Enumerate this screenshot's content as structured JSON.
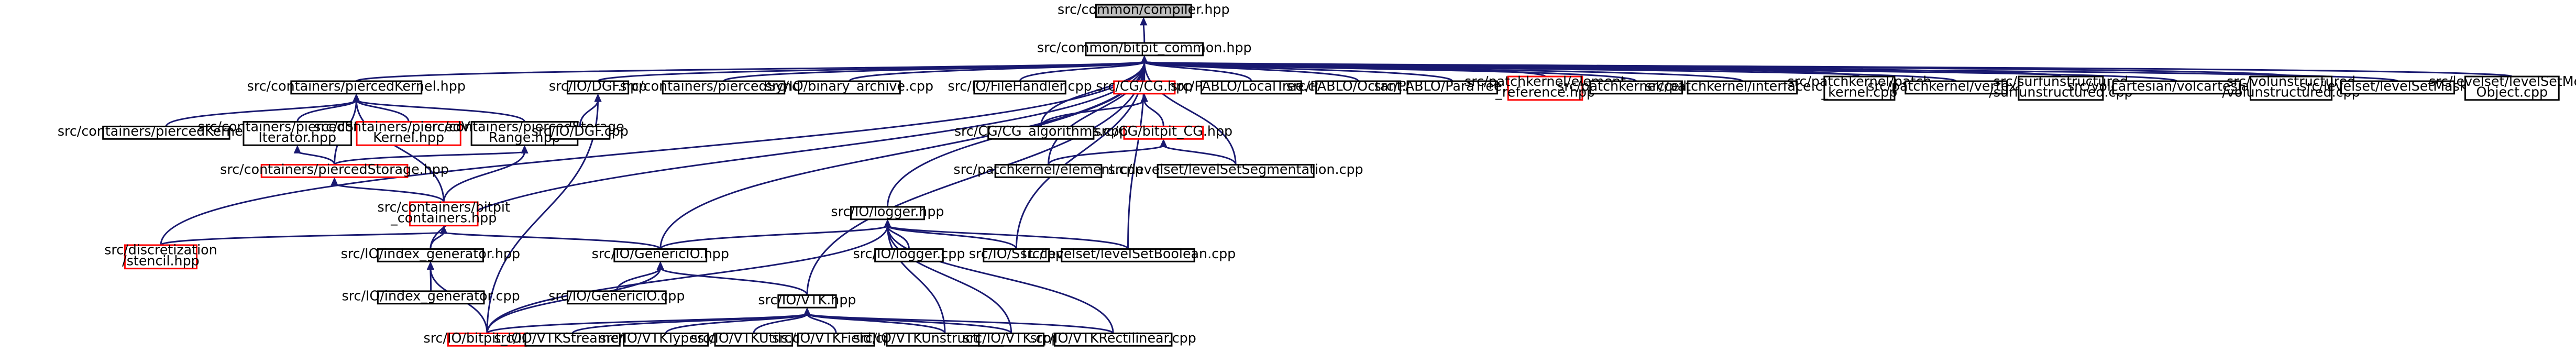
{
  "graph": {
    "nodes": [
      {
        "id": "n_compiler",
        "lines": [
          "src/common/compiler.hpp"
        ],
        "style": "root"
      },
      {
        "id": "n_common",
        "lines": [
          "src/common/bitpit_common.hpp"
        ],
        "style": "normal"
      },
      {
        "id": "n_pk",
        "lines": [
          "src/containers/piercedKernel.hpp"
        ],
        "style": "normal"
      },
      {
        "id": "n_iodgf",
        "lines": [
          "src/IO/DGF.hpp"
        ],
        "style": "normal"
      },
      {
        "id": "n_pdsync",
        "lines": [
          "src/containers/piercedSync.cpp"
        ],
        "style": "normal"
      },
      {
        "id": "n_binarch",
        "lines": [
          "src/IO/binary_archive.cpp"
        ],
        "style": "normal"
      },
      {
        "id": "n_filehandler",
        "lines": [
          "src/IO/FileHandler.cpp"
        ],
        "style": "normal"
      },
      {
        "id": "n_cghpp",
        "lines": [
          "src/CG/CG.hpp"
        ],
        "style": "red"
      },
      {
        "id": "n_pablolt",
        "lines": [
          "src/PABLO/LocalTree.cpp"
        ],
        "style": "normal"
      },
      {
        "id": "n_pablooct",
        "lines": [
          "src/PABLO/Octant.cpp"
        ],
        "style": "normal"
      },
      {
        "id": "n_pabloparatree",
        "lines": [
          "src/PABLO/ParaTree.cpp"
        ],
        "style": "normal"
      },
      {
        "id": "n_elemref",
        "lines": [
          "src/patchkernel/element",
          "_reference.hpp"
        ],
        "style": "red"
      },
      {
        "id": "n_cellcpp",
        "lines": [
          "src/patchkernel/cell.cpp"
        ],
        "style": "normal"
      },
      {
        "id": "n_interface",
        "lines": [
          "src/patchkernel/interface.cpp"
        ],
        "style": "normal"
      },
      {
        "id": "n_patchkernel",
        "lines": [
          "src/patchkernel/patch",
          "_kernel.cpp"
        ],
        "style": "normal"
      },
      {
        "id": "n_vertex",
        "lines": [
          "src/patchkernel/vertex.cpp"
        ],
        "style": "normal"
      },
      {
        "id": "n_surfunstr",
        "lines": [
          "src/surfunstructured",
          "/surfunstructured.cpp"
        ],
        "style": "normal"
      },
      {
        "id": "n_volcart",
        "lines": [
          "src/volcartesian/volcartesian.cpp"
        ],
        "style": "normal"
      },
      {
        "id": "n_volunstr",
        "lines": [
          "src/volunstructured",
          "/volunstructured.cpp"
        ],
        "style": "normal"
      },
      {
        "id": "n_lsmask",
        "lines": [
          "src/levelset/levelSetMask.cpp"
        ],
        "style": "normal"
      },
      {
        "id": "n_lsmeta",
        "lines": [
          "src/levelset/levelSetMeta",
          "Object.cpp"
        ],
        "style": "normal"
      },
      {
        "id": "n_pkcpp",
        "lines": [
          "src/containers/piercedKernel.cpp"
        ],
        "style": "normal"
      },
      {
        "id": "n_pditer",
        "lines": [
          "src/containers/piercedStorage",
          "Iterator.hpp"
        ],
        "style": "normal"
      },
      {
        "id": "n_pvk",
        "lines": [
          "src/containers/piercedVector",
          "Kernel.hpp"
        ],
        "style": "red"
      },
      {
        "id": "n_psrange",
        "lines": [
          "src/containers/piercedStorage",
          "Range.hpp"
        ],
        "style": "normal"
      },
      {
        "id": "n_iodgfcpp",
        "lines": [
          "src/IO/DGF.cpp"
        ],
        "style": "normal"
      },
      {
        "id": "n_cgbitpit",
        "lines": [
          "src/CG/bitpit_CG.hpp"
        ],
        "style": "red"
      },
      {
        "id": "n_cgalgo",
        "lines": [
          "src/CG/CG_algorithms.cpp"
        ],
        "style": "normal"
      },
      {
        "id": "n_pstorage",
        "lines": [
          "src/containers/piercedStorage.hpp"
        ],
        "style": "red"
      },
      {
        "id": "n_element",
        "lines": [
          "src/patchkernel/element.cpp"
        ],
        "style": "normal"
      },
      {
        "id": "n_lsseg",
        "lines": [
          "src/levelset/levelSetSegmentation.cpp"
        ],
        "style": "normal"
      },
      {
        "id": "n_bcont",
        "lines": [
          "src/containers/bitpit",
          "_containers.hpp"
        ],
        "style": "red"
      },
      {
        "id": "n_logger",
        "lines": [
          "src/IO/logger.hpp"
        ],
        "style": "normal"
      },
      {
        "id": "n_stencil",
        "lines": [
          "src/discretization",
          "/stencil.hpp"
        ],
        "style": "red"
      },
      {
        "id": "n_idxgen",
        "lines": [
          "src/IO/index_generator.hpp"
        ],
        "style": "normal"
      },
      {
        "id": "n_genio",
        "lines": [
          "src/IO/GenericIO.hpp"
        ],
        "style": "normal"
      },
      {
        "id": "n_loggercpp",
        "lines": [
          "src/IO/logger.cpp"
        ],
        "style": "normal"
      },
      {
        "id": "n_stl",
        "lines": [
          "src/IO/STL.cpp"
        ],
        "style": "normal"
      },
      {
        "id": "n_lsbool",
        "lines": [
          "src/levelset/levelSetBoolean.cpp"
        ],
        "style": "normal"
      },
      {
        "id": "n_idxgencpp",
        "lines": [
          "src/IO/index_generator.cpp"
        ],
        "style": "normal"
      },
      {
        "id": "n_geniocpp",
        "lines": [
          "src/IO/GenericIO.cpp"
        ],
        "style": "normal"
      },
      {
        "id": "n_vtkhpp",
        "lines": [
          "src/IO/VTK.hpp"
        ],
        "style": "normal"
      },
      {
        "id": "n_bitpitio",
        "lines": [
          "src/IO/bitpit_IO.hpp"
        ],
        "style": "red"
      },
      {
        "id": "n_vtkstream",
        "lines": [
          "src/IO/VTKStreamer.cpp"
        ],
        "style": "normal"
      },
      {
        "id": "n_vtktypes",
        "lines": [
          "src/IO/VTKTypes.cpp"
        ],
        "style": "normal"
      },
      {
        "id": "n_vtkutils",
        "lines": [
          "src/IO/VTKUtils.cpp"
        ],
        "style": "normal"
      },
      {
        "id": "n_vtkfield",
        "lines": [
          "src/IO/VTKField.cpp"
        ],
        "style": "normal"
      },
      {
        "id": "n_vtkunstr",
        "lines": [
          "src/IO/VTKUnstructured.cpp"
        ],
        "style": "normal"
      },
      {
        "id": "n_vtkcpp",
        "lines": [
          "src/IO/VTK.cpp"
        ],
        "style": "normal"
      },
      {
        "id": "n_vtkrect",
        "lines": [
          "src/IO/VTKRectilinear.cpp"
        ],
        "style": "normal"
      }
    ],
    "edges": [
      [
        "n_common",
        "n_compiler"
      ],
      [
        "n_pk",
        "n_common"
      ],
      [
        "n_iodgf",
        "n_common"
      ],
      [
        "n_pdsync",
        "n_common"
      ],
      [
        "n_binarch",
        "n_common"
      ],
      [
        "n_filehandler",
        "n_common"
      ],
      [
        "n_cghpp",
        "n_common"
      ],
      [
        "n_pablolt",
        "n_common"
      ],
      [
        "n_pablooct",
        "n_common"
      ],
      [
        "n_pabloparatree",
        "n_common"
      ],
      [
        "n_elemref",
        "n_common"
      ],
      [
        "n_cellcpp",
        "n_common"
      ],
      [
        "n_interface",
        "n_common"
      ],
      [
        "n_patchkernel",
        "n_common"
      ],
      [
        "n_vertex",
        "n_common"
      ],
      [
        "n_surfunstr",
        "n_common"
      ],
      [
        "n_volcart",
        "n_common"
      ],
      [
        "n_volunstr",
        "n_common"
      ],
      [
        "n_lsmask",
        "n_common"
      ],
      [
        "n_lsmeta",
        "n_common"
      ],
      [
        "n_cgalgo",
        "n_common"
      ],
      [
        "n_element",
        "n_common"
      ],
      [
        "n_lsseg",
        "n_common"
      ],
      [
        "n_logger",
        "n_common"
      ],
      [
        "n_stencil",
        "n_common"
      ],
      [
        "n_idxgen",
        "n_common"
      ],
      [
        "n_genio",
        "n_common"
      ],
      [
        "n_stl",
        "n_common"
      ],
      [
        "n_lsbool",
        "n_common"
      ],
      [
        "n_vtkhpp",
        "n_common"
      ],
      [
        "n_pkcpp",
        "n_pk"
      ],
      [
        "n_pditer",
        "n_pk"
      ],
      [
        "n_pvk",
        "n_pk"
      ],
      [
        "n_psrange",
        "n_pk"
      ],
      [
        "n_pstorage",
        "n_pk"
      ],
      [
        "n_bcont",
        "n_pk"
      ],
      [
        "n_iodgfcpp",
        "n_iodgf"
      ],
      [
        "n_bitpitio",
        "n_iodgf"
      ],
      [
        "n_cgalgo",
        "n_cghpp"
      ],
      [
        "n_cgbitpit",
        "n_cghpp"
      ],
      [
        "n_element",
        "n_cgbitpit"
      ],
      [
        "n_lsseg",
        "n_cgbitpit"
      ],
      [
        "n_pstorage",
        "n_pditer"
      ],
      [
        "n_pstorage",
        "n_psrange"
      ],
      [
        "n_bcont",
        "n_psrange"
      ],
      [
        "n_bcont",
        "n_pstorage"
      ],
      [
        "n_stencil",
        "n_bcont"
      ],
      [
        "n_idxgen",
        "n_bcont"
      ],
      [
        "n_genio",
        "n_bcont"
      ],
      [
        "n_genio",
        "n_logger"
      ],
      [
        "n_loggercpp",
        "n_logger"
      ],
      [
        "n_stl",
        "n_logger"
      ],
      [
        "n_lsbool",
        "n_logger"
      ],
      [
        "n_vtkunstr",
        "n_logger"
      ],
      [
        "n_vtkcpp",
        "n_logger"
      ],
      [
        "n_vtkrect",
        "n_logger"
      ],
      [
        "n_bitpitio",
        "n_logger"
      ],
      [
        "n_idxgencpp",
        "n_idxgen"
      ],
      [
        "n_bitpitio",
        "n_idxgen"
      ],
      [
        "n_geniocpp",
        "n_genio"
      ],
      [
        "n_vtkhpp",
        "n_genio"
      ],
      [
        "n_bitpitio",
        "n_genio"
      ],
      [
        "n_bitpitio",
        "n_vtkhpp"
      ],
      [
        "n_vtkstream",
        "n_vtkhpp"
      ],
      [
        "n_vtktypes",
        "n_vtkhpp"
      ],
      [
        "n_vtkutils",
        "n_vtkhpp"
      ],
      [
        "n_vtkfield",
        "n_vtkhpp"
      ],
      [
        "n_vtkunstr",
        "n_vtkhpp"
      ],
      [
        "n_vtkcpp",
        "n_vtkhpp"
      ],
      [
        "n_vtkrect",
        "n_vtkhpp"
      ]
    ]
  },
  "colors": {
    "edge": "#191970",
    "node_border": "#000000",
    "node_border_highlight": "#ff0000",
    "root_fill": "#bfbfbf",
    "node_fill": "#ffffff"
  }
}
